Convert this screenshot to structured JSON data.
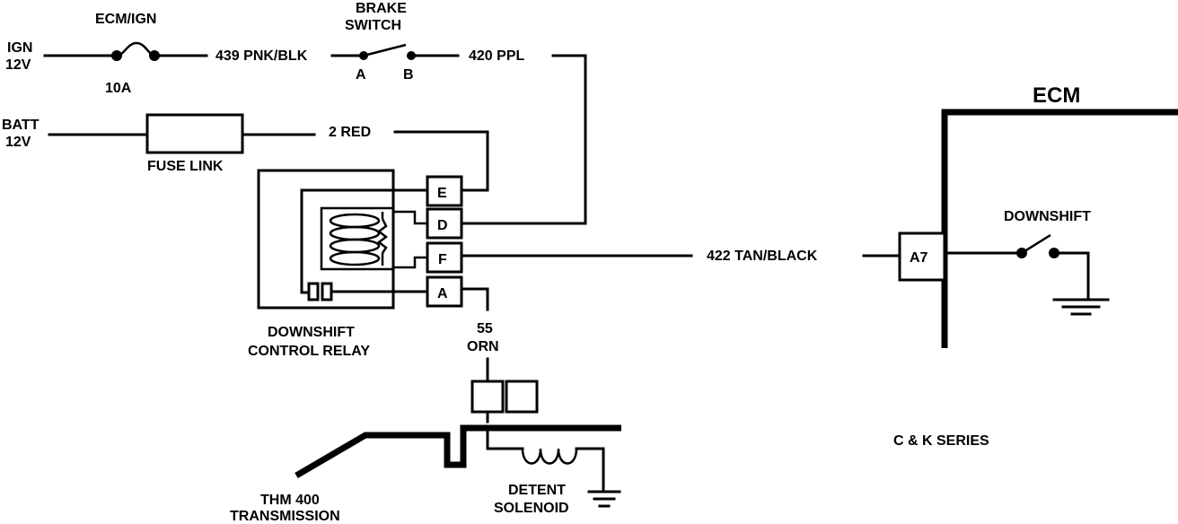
{
  "labels": {
    "ign_line1": "IGN",
    "ign_line2": "12V",
    "batt_line1": "BATT",
    "batt_line2": "12V",
    "fuse_name": "ECM/IGN",
    "fuse_rating": "10A",
    "wire_439": "439 PNK/BLK",
    "brake_switch_line1": "BRAKE",
    "brake_switch_line2": "SWITCH",
    "brake_pin_a": "A",
    "brake_pin_b": "B",
    "wire_420": "420 PPL",
    "wire_2": "2 RED",
    "fuse_link": "FUSE LINK",
    "relay_line1": "DOWNSHIFT",
    "relay_line2": "CONTROL RELAY",
    "wire_55_line1": "55",
    "wire_55_line2": "ORN",
    "wire_422": "422 TAN/BLACK",
    "ecm": "ECM",
    "ecm_pin": "A7",
    "ecm_downshift": "DOWNSHIFT",
    "series": "C & K SERIES",
    "transmission_line1": "THM 400",
    "transmission_line2": "TRANSMISSION",
    "solenoid_line1": "DETENT",
    "solenoid_line2": "SOLENOID"
  },
  "relay_pins": [
    "E",
    "D",
    "F",
    "A"
  ]
}
